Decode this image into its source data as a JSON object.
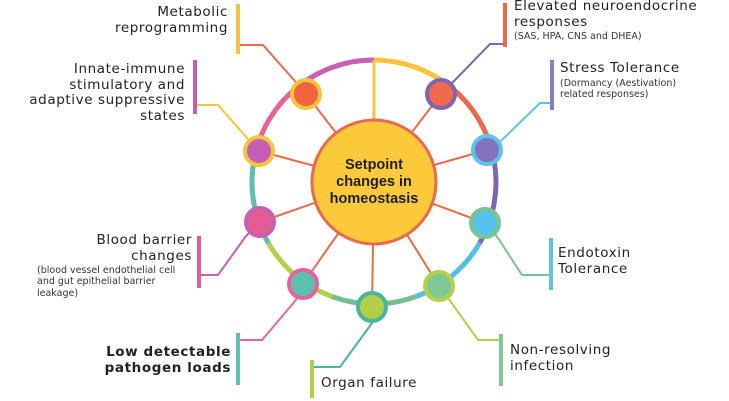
{
  "center": {
    "label": "Setpoint\nchanges in\nhomeostasis",
    "color": "#fcc93b"
  },
  "ring_colors": [
    "#f7c23d",
    "#ea6a4d",
    "#7d67b5",
    "#52bfe5",
    "#73c08d",
    "#b6cf4b",
    "#5fbfae",
    "#e5649a",
    "#c95fb3"
  ],
  "nodes": [
    {
      "id": "metabolic",
      "title": "Metabolic\nreprogramming",
      "subtitle": "",
      "fill": "#f0633e",
      "ring": "#f7c23d",
      "bar": "#f7c23d",
      "connector": "#ea6a4d"
    },
    {
      "id": "neuroendocrine",
      "title": "Elevated neuroendocrine\nresponses",
      "subtitle": "(SAS, HPA, CNS and DHEA)",
      "fill": "#ef6b4b",
      "ring": "#7d67b5",
      "bar": "#ea6a4d",
      "connector": "#7d67b5"
    },
    {
      "id": "stress",
      "title": "Stress Tolerance",
      "subtitle": "(Dormancy (Aestivation)\nrelated responses)",
      "fill": "#8471bb",
      "ring": "#5bc4ea",
      "bar": "#8a7cc3",
      "connector": "#5bc4ea"
    },
    {
      "id": "endotoxin",
      "title": "Endotoxin\nTolerance",
      "subtitle": "",
      "fill": "#56c2ec",
      "ring": "#79c48f",
      "bar": "#5bc4ea",
      "connector": "#79c48f"
    },
    {
      "id": "nonresolving",
      "title": "Non-resolving\ninfection",
      "subtitle": "",
      "fill": "#7ec894",
      "ring": "#b6cf4b",
      "bar": "#7ec894",
      "connector": "#b6cf4b"
    },
    {
      "id": "organ",
      "title": "Organ failure",
      "subtitle": "",
      "fill": "#b3cd45",
      "ring": "#49b59f",
      "bar": "#b3cd45",
      "connector": "#49b59f"
    },
    {
      "id": "pathogen",
      "title": "Low detectable\npathogen loads",
      "subtitle": "",
      "fill": "#5dbfad",
      "ring": "#e5649a",
      "bar": "#5dbfad",
      "connector": "#e5649a",
      "bold": true
    },
    {
      "id": "barrier",
      "title": "Blood barrier\nchanges",
      "subtitle": "(blood vessel endothelial cell\nand gut epithelial barrier\nleakage)",
      "fill": "#e35c95",
      "ring": "#c95fb3",
      "bar": "#e35c95",
      "connector": "#c95fb3"
    },
    {
      "id": "innate",
      "title": "Innate-immune\nstimulatory and\nadaptive suppressive\nstates",
      "subtitle": "",
      "fill": "#c55fb1",
      "ring": "#f7c23d",
      "bar": "#c55fb1",
      "connector": "#f7c23d"
    }
  ]
}
